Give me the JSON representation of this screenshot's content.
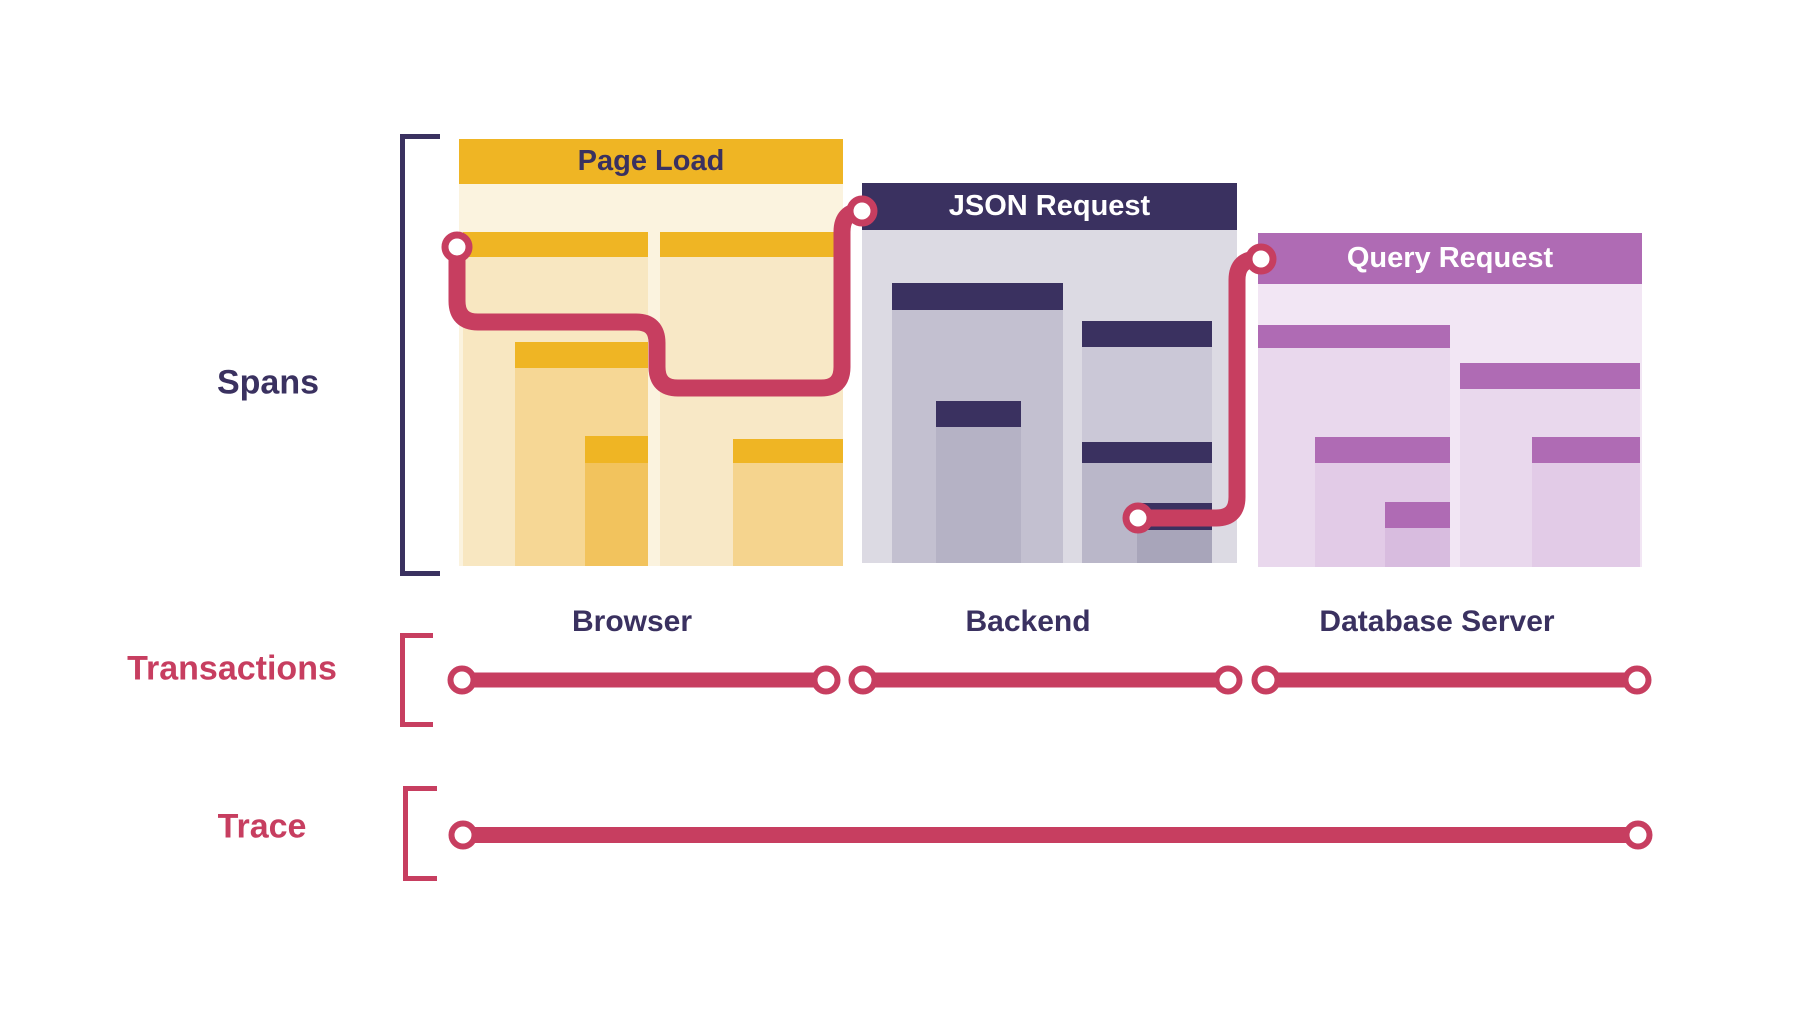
{
  "rows": {
    "spans_label": "Spans",
    "transactions_label": "Transactions",
    "trace_label": "Trace"
  },
  "panels": [
    {
      "title": "Page Load",
      "source": "Browser",
      "theme": "yellow",
      "header_color": "#EFB524",
      "body_color": "#FBF3DF"
    },
    {
      "title": "JSON Request",
      "source": "Backend",
      "theme": "navy",
      "header_color": "#3A3160",
      "body_color": "#DCDAE3"
    },
    {
      "title": "Query Request",
      "source": "Database Server",
      "theme": "purple",
      "header_color": "#AF6BB4",
      "body_color": "#F2E6F4"
    }
  ],
  "colors": {
    "navy": "#3A3160",
    "crimson": "#C73E60",
    "yellow": "#EFB524",
    "purple": "#AF6BB4",
    "background": "#FFFFFF"
  }
}
